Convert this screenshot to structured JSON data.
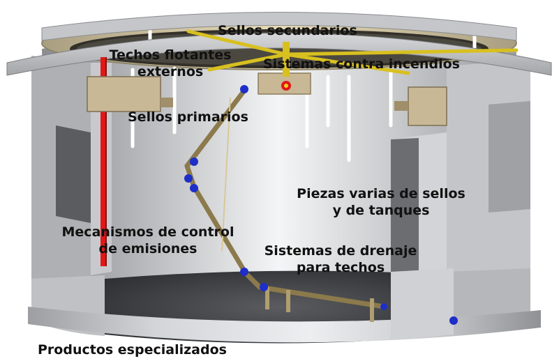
{
  "labels": {
    "secondary_seals": "Sellos secundarios",
    "floating_roofs_line1": "Techos flotantes",
    "floating_roofs_line2": "externos",
    "fire_systems": "Sistemas contra incendios",
    "primary_seals": "Sellos primarios",
    "misc_parts_line1": "Piezas varias de sellos",
    "misc_parts_line2": "y de tanques",
    "emission_control_line1": "Mecanismos de control",
    "emission_control_line2": "de emisiones",
    "roof_drainage_line1": "Sistemas de drenaje",
    "roof_drainage_line2": "para techos",
    "specialty_products": "Productos especializados"
  },
  "colors": {
    "tank_shell": "#b9bbbe",
    "tank_interior": "#e9eaec",
    "tank_floor": "#4a4c50",
    "gauge_pole": "#e01818",
    "roof_ring": "#d9c9a0",
    "seal_box": "#c9b896",
    "drain_pipe": "#8c7a4c",
    "swivel_joint": "#1e2ec8"
  }
}
